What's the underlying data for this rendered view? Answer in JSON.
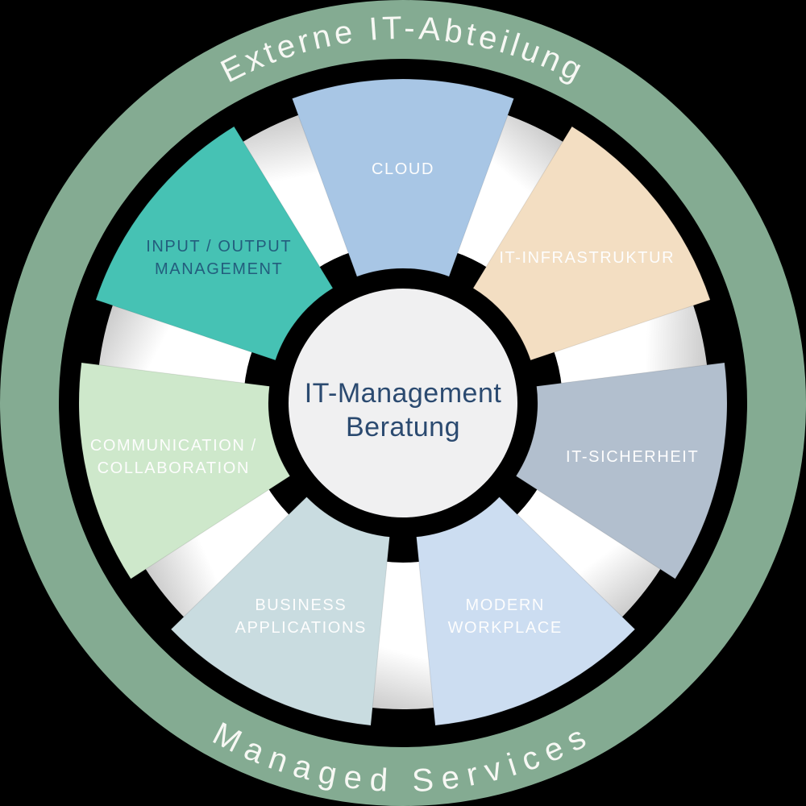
{
  "diagram": {
    "background_color": "#000000",
    "ring": {
      "color": "#84ab92",
      "text_color": "#f7f8f4",
      "top_label": "Externe IT-Abteilung",
      "bottom_label": "Managed Services"
    },
    "center": {
      "circle_color": "#f0f0f1",
      "text_color": "#2b4a70",
      "lines": [
        "IT-Management",
        "Beratung"
      ]
    },
    "sheet_colors": {
      "from": "#ffffff",
      "to": "#c7c7c7"
    },
    "segments": [
      {
        "id": "cloud",
        "lines": [
          "CLOUD"
        ],
        "color": "#a8c6e5",
        "text_color": "#fdfdfd"
      },
      {
        "id": "it-infrastruktur",
        "lines": [
          "IT-INFRASTRUKTUR"
        ],
        "color": "#f3dec2",
        "text_color": "#fdfdfd"
      },
      {
        "id": "it-sicherheit",
        "lines": [
          "IT-SICHERHEIT"
        ],
        "color": "#b2bfce",
        "text_color": "#fdfdfd"
      },
      {
        "id": "modern-workplace",
        "lines": [
          "MODERN",
          "WORKPLACE"
        ],
        "color": "#ccddf1",
        "text_color": "#fdfdfd"
      },
      {
        "id": "business-applications",
        "lines": [
          "BUSINESS",
          "APPLICATIONS"
        ],
        "color": "#c9dce0",
        "text_color": "#fdfdfd"
      },
      {
        "id": "communication-collaboration",
        "lines": [
          "COMMUNICATION /",
          "COLLABORATION"
        ],
        "color": "#cee8cb",
        "text_color": "#fdfdfd"
      },
      {
        "id": "input-output-management",
        "lines": [
          "INPUT / OUTPUT",
          "MANAGEMENT"
        ],
        "color": "#46c2b4",
        "text_color": "#235d7d"
      }
    ]
  }
}
